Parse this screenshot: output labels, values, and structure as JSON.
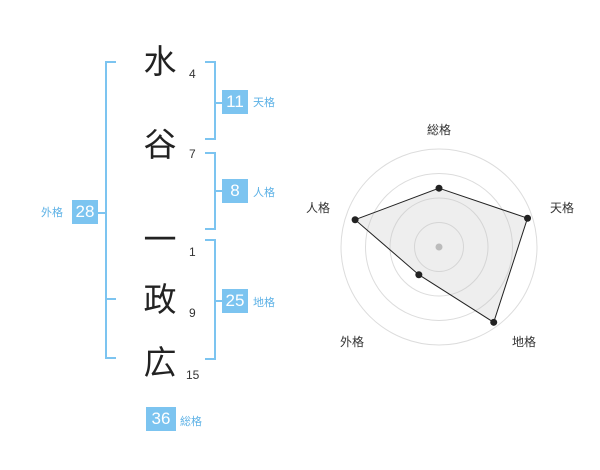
{
  "colors": {
    "accent": "#7cc4f0",
    "label": "#5cb1e6",
    "text": "#222222"
  },
  "name": {
    "characters": [
      {
        "char": "水",
        "strokes": "4"
      },
      {
        "char": "谷",
        "strokes": "7"
      },
      {
        "char": "一",
        "strokes": "1"
      },
      {
        "char": "政",
        "strokes": "9"
      },
      {
        "char": "広",
        "strokes": "15"
      }
    ]
  },
  "fortune": {
    "tenkaku": {
      "value": "11",
      "label": "天格"
    },
    "jinkaku": {
      "value": "8",
      "label": "人格"
    },
    "chikaku": {
      "value": "25",
      "label": "地格"
    },
    "gaikaku": {
      "value": "28",
      "label": "外格"
    },
    "soukaku": {
      "value": "36",
      "label": "総格"
    }
  },
  "radar": {
    "axes": [
      "総格",
      "天格",
      "地格",
      "外格",
      "人格"
    ],
    "values": [
      0.6,
      0.95,
      0.95,
      0.35,
      0.9
    ],
    "rings": 4
  }
}
